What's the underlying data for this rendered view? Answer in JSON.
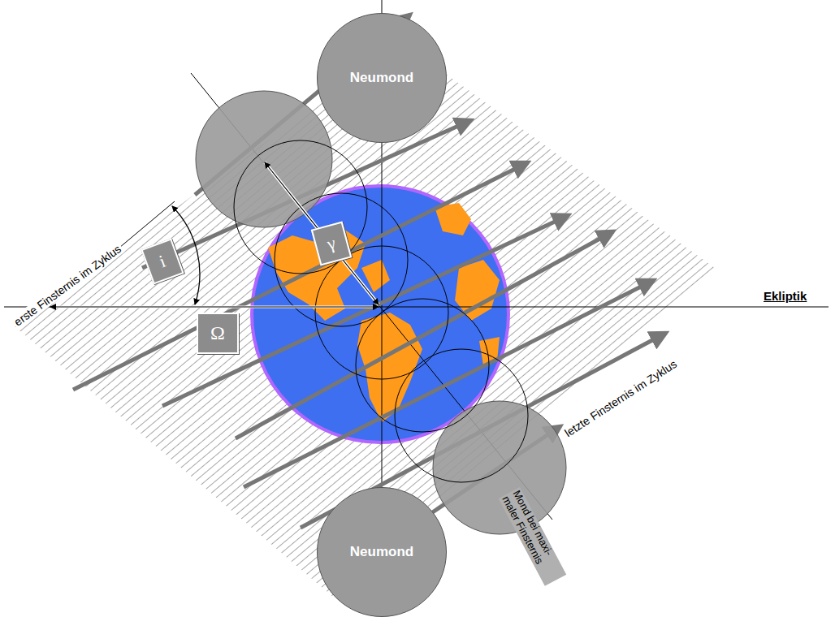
{
  "diagram": {
    "nodes": [
      {
        "text": [
          "Neumond"
        ]
      },
      {
        "text": [
          "γ"
        ]
      },
      {
        "text": [
          "i"
        ]
      },
      {
        "text": [
          "Ω"
        ]
      },
      {
        "text": [
          "Neumond"
        ]
      }
    ],
    "labels": [
      "Ekliptik",
      "erste Finsternis im Zyklus",
      "letzte Finsternis im Zyklus",
      "Mond bei maxi- maler Finsternis"
    ]
  }
}
